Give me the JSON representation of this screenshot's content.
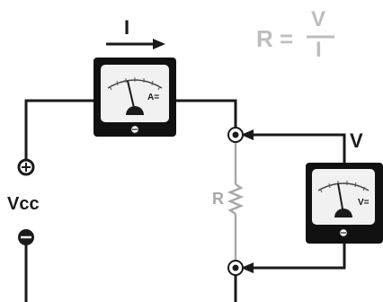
{
  "labels": {
    "current": "I",
    "supply": "Vcc",
    "resistor": "R",
    "voltmeter_label": "V"
  },
  "formula": {
    "lhs": "R =",
    "numerator": "V",
    "denominator": "I"
  },
  "ammeter": {
    "dial_label": "A="
  },
  "voltmeter": {
    "dial_label": "V="
  },
  "terminals": {
    "positive": "+",
    "negative": "−"
  },
  "colors": {
    "wire": "#1a1a1a",
    "resistor_branch": "#a8a8a8",
    "formula": "#bdbdbd",
    "meter_case": "#111111"
  }
}
